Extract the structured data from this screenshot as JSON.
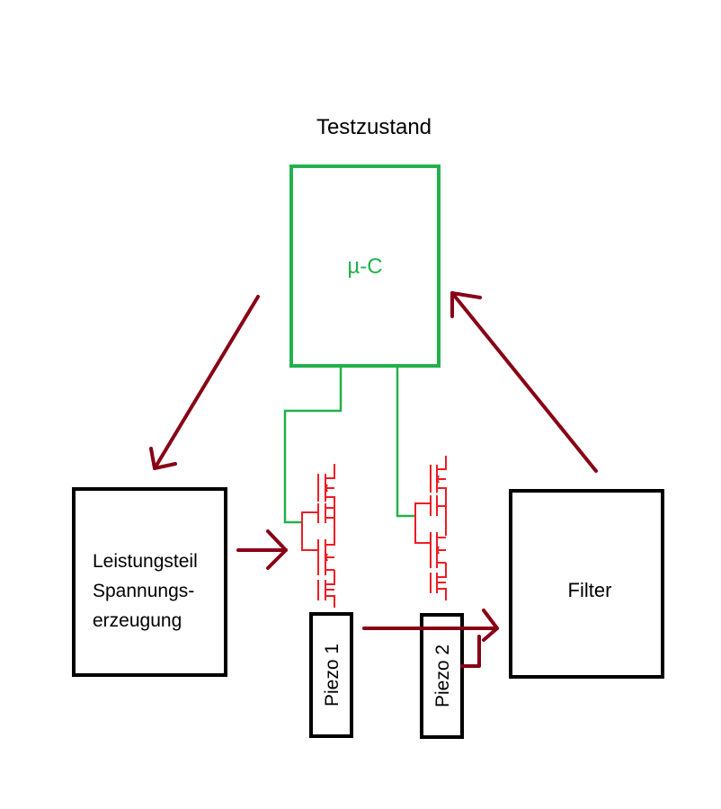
{
  "title": "Testzustand",
  "blocks": {
    "controller": {
      "label": "µ-C"
    },
    "power": {
      "line1": "Leistungsteil",
      "line2": "Spannungs-",
      "line3": "erzeugung"
    },
    "filter": {
      "label": "Filter"
    },
    "piezo1": {
      "label": "Piezo 1"
    },
    "piezo2": {
      "label": "Piezo 2"
    }
  },
  "colors": {
    "controller": "#22b14c",
    "switch": "#ed1c24",
    "arrow": "#880015",
    "box": "#000000",
    "background": "#ffffff"
  }
}
